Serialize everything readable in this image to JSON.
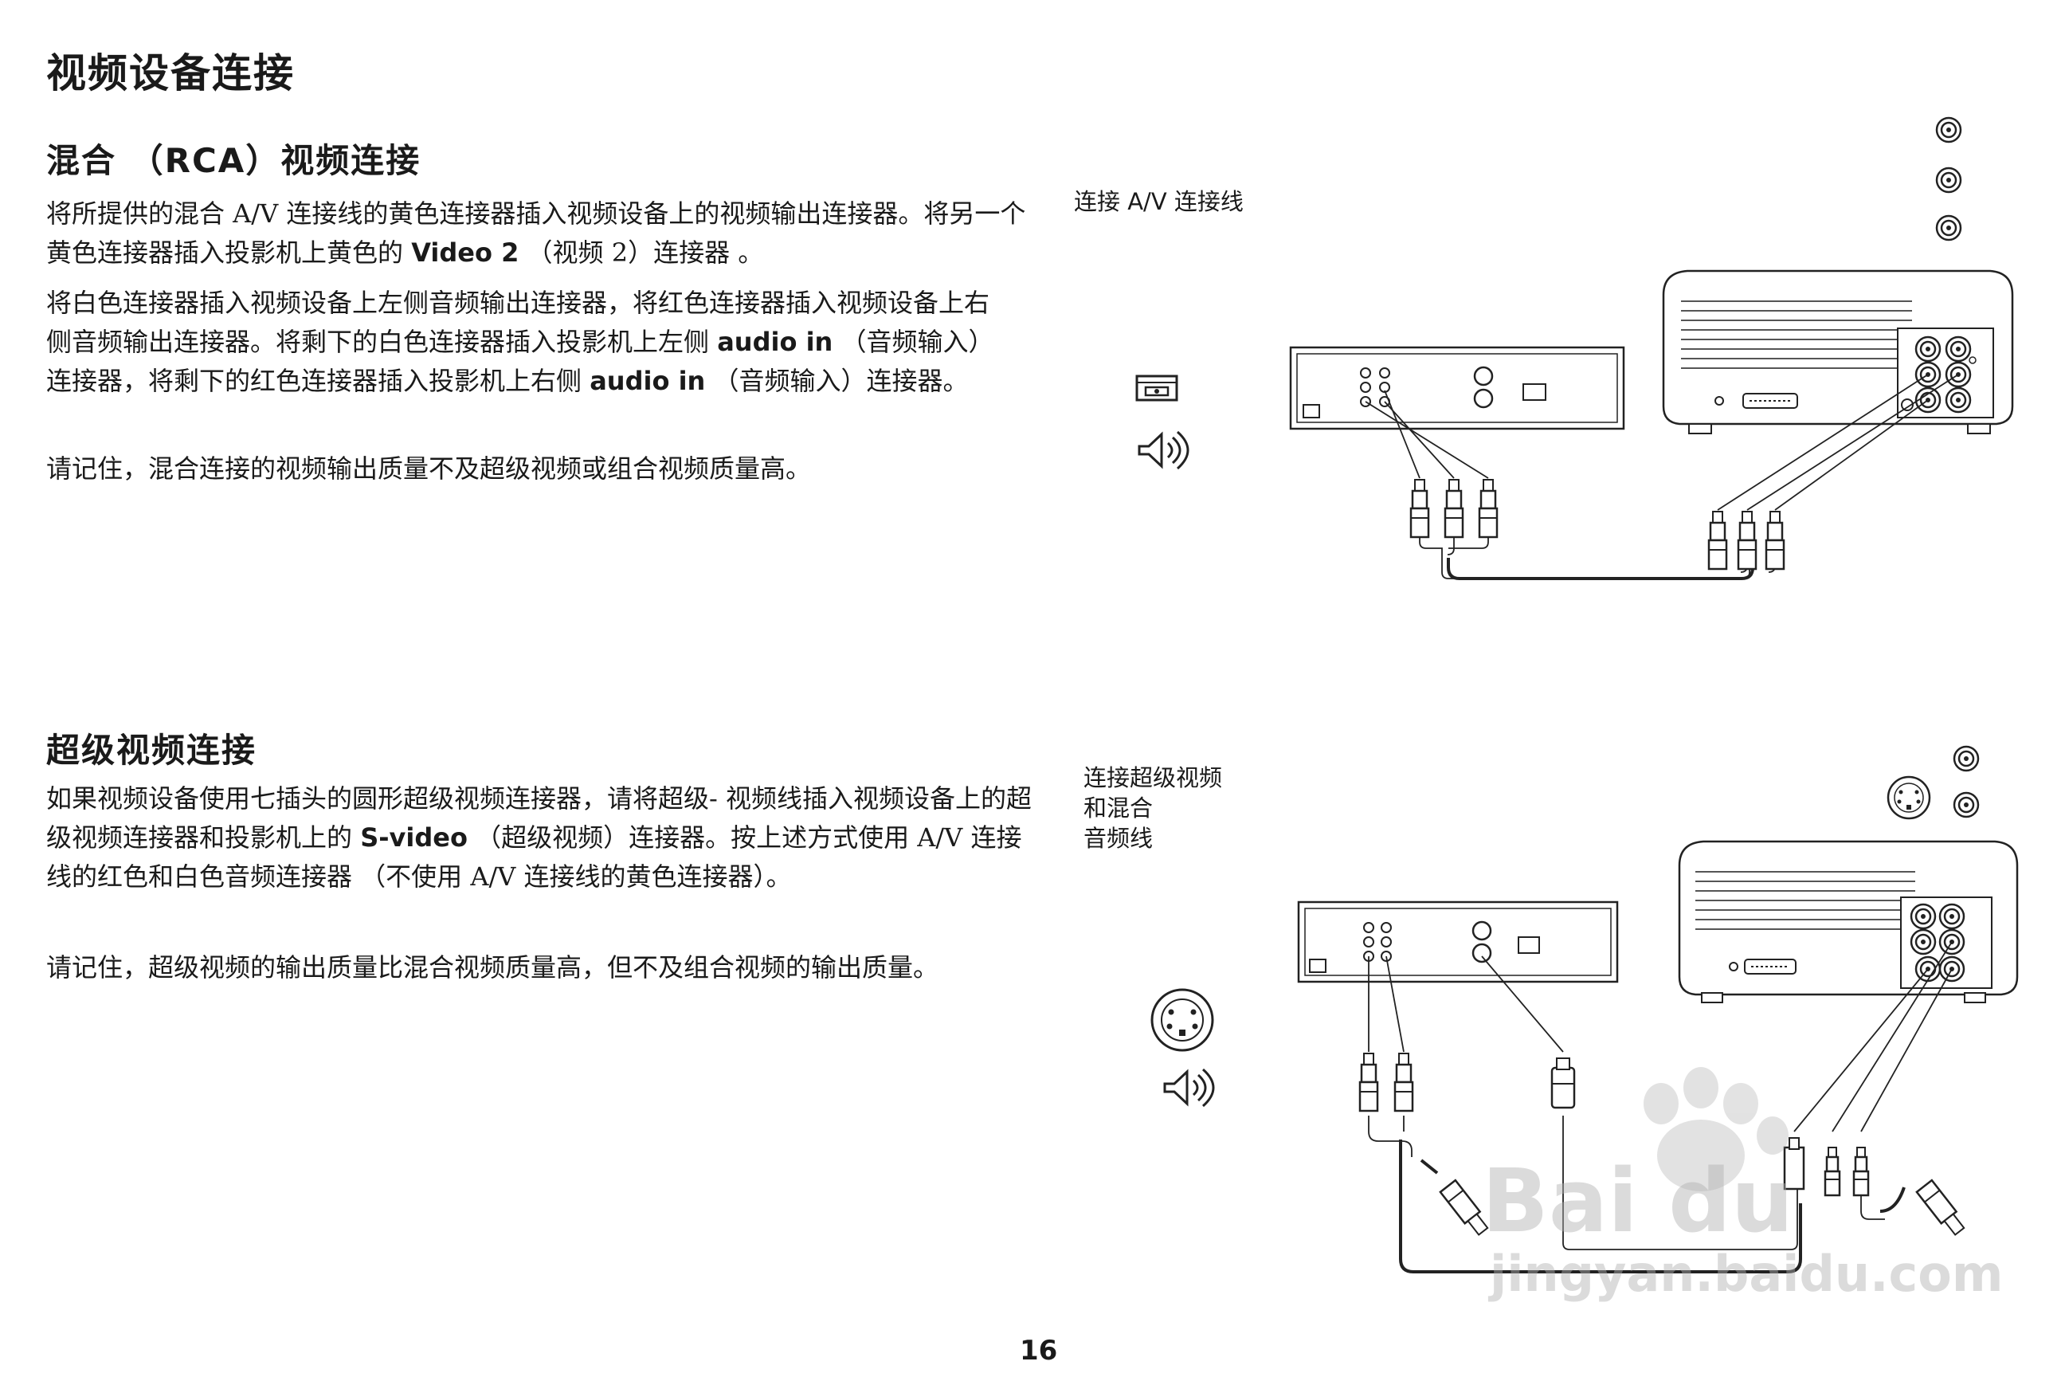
{
  "page": {
    "title": "视频设备连接",
    "page_number": "16"
  },
  "section_rca": {
    "heading": "混合 （RCA）视频连接",
    "p1": {
      "t1": "将所提供的混合 A/V 连接线的黄色连接器插入视频设备上的视频输出连接器。将另一个黄色连接器插入投影机上黄色的 ",
      "b1": "Video 2",
      "t2": " （视频 2）连接器 。"
    },
    "p2": {
      "t1": "将白色连接器插入视频设备上左侧音频输出连接器，将红色连接器插入视频设备上右侧音频输出连接器。将剩下的白色连接器插入投影机上左侧 ",
      "b1": "audio in",
      "t2": " （音频输入）连接器，将剩下的红色连接器插入投影机上右侧 ",
      "b2": "audio in",
      "t3": " （音频输入）连接器。"
    },
    "p3": "请记住，混合连接的视频输出质量不及超级视频或组合视频质量高。",
    "caption": "连接 A/V 连接线"
  },
  "section_svideo": {
    "heading": "超级视频连接",
    "p1": {
      "t1": "如果视频设备使用七插头的圆形超级视频连接器，请将超级- 视频线插入视频设备上的超级视频连接器和投影机上的 ",
      "b1": "S-video",
      "t2": " （超级视频）连接器。按上述方式使用 A/V 连接线的红色和白色音频连接器 （不使用 A/V 连接线的黄色连接器）。"
    },
    "p2": "请记住，超级视频的输出质量比混合视频质量高，但不及组合视频的输出质量。",
    "caption_lines": [
      "连接超级视频",
      "和混合",
      "音频线"
    ]
  },
  "watermark": {
    "brand": "Bai du",
    "url": "jingyan.baidu.com"
  },
  "icons": [
    "video-connector-icon",
    "speaker-icon",
    "svideo-connector-icon",
    "rca-jack-icon"
  ]
}
